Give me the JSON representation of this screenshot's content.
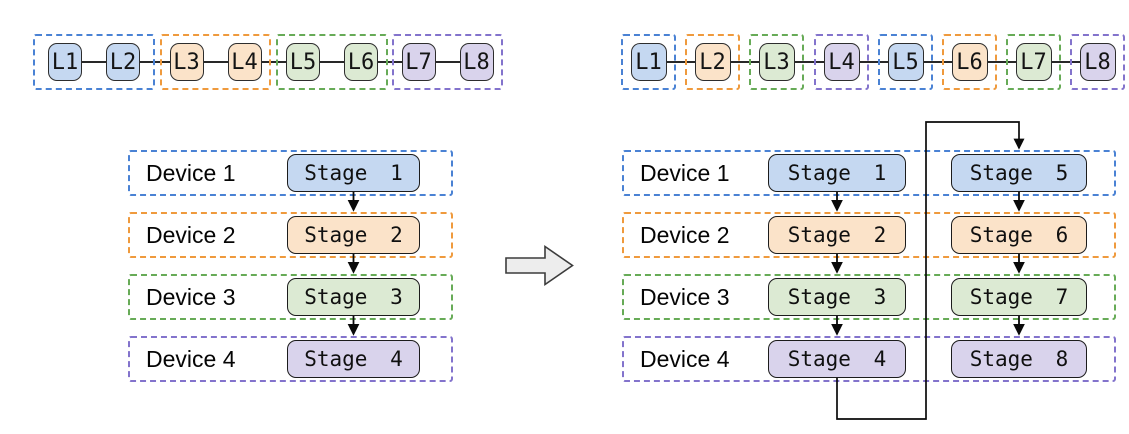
{
  "palette": {
    "blue_fill": "#c5d8f1",
    "blue_line": "#4a82d4",
    "orange_fill": "#fbe3c9",
    "orange_line": "#ef9a3d",
    "green_fill": "#dcead3",
    "green_line": "#67ab57",
    "purple_fill": "#d9d3ec",
    "purple_line": "#8373cc",
    "box_border": "#2d2d2d",
    "arrow_color": "#0a0a0a",
    "transform_arrow_fill": "#ededed"
  },
  "chains": {
    "left": {
      "description": "8 layers in sequence grouped 2-per-device",
      "groups": [
        {
          "color": "blue",
          "layers": [
            "L1",
            "L2"
          ]
        },
        {
          "color": "orange",
          "layers": [
            "L3",
            "L4"
          ]
        },
        {
          "color": "green",
          "layers": [
            "L5",
            "L6"
          ]
        },
        {
          "color": "purple",
          "layers": [
            "L7",
            "L8"
          ]
        }
      ]
    },
    "right": {
      "description": "8 layers in sequence, round-robin assignment",
      "groups": [
        {
          "color": "blue",
          "layers": [
            "L1"
          ]
        },
        {
          "color": "orange",
          "layers": [
            "L2"
          ]
        },
        {
          "color": "green",
          "layers": [
            "L3"
          ]
        },
        {
          "color": "purple",
          "layers": [
            "L4"
          ]
        },
        {
          "color": "blue",
          "layers": [
            "L5"
          ]
        },
        {
          "color": "orange",
          "layers": [
            "L6"
          ]
        },
        {
          "color": "green",
          "layers": [
            "L7"
          ]
        },
        {
          "color": "purple",
          "layers": [
            "L8"
          ]
        }
      ]
    }
  },
  "pipelines": {
    "left": {
      "rows": [
        {
          "device": "Device 1",
          "color": "blue",
          "stages": [
            "Stage 1"
          ]
        },
        {
          "device": "Device 2",
          "color": "orange",
          "stages": [
            "Stage 2"
          ]
        },
        {
          "device": "Device 3",
          "color": "green",
          "stages": [
            "Stage 3"
          ]
        },
        {
          "device": "Device 4",
          "color": "purple",
          "stages": [
            "Stage 4"
          ]
        }
      ],
      "flow": "Stage 1 -> Stage 2 -> Stage 3 -> Stage 4"
    },
    "right": {
      "rows": [
        {
          "device": "Device 1",
          "color": "blue",
          "stages": [
            "Stage 1",
            "Stage 5"
          ]
        },
        {
          "device": "Device 2",
          "color": "orange",
          "stages": [
            "Stage 2",
            "Stage 6"
          ]
        },
        {
          "device": "Device 3",
          "color": "green",
          "stages": [
            "Stage 3",
            "Stage 7"
          ]
        },
        {
          "device": "Device 4",
          "color": "purple",
          "stages": [
            "Stage 4",
            "Stage 8"
          ]
        }
      ],
      "flow": "Stage 1 -> 2 -> 3 -> 4 -> (loop back up) -> Stage 5 -> 6 -> 7 -> 8"
    }
  },
  "icons": {
    "transform_arrow": "right-block-arrow"
  }
}
